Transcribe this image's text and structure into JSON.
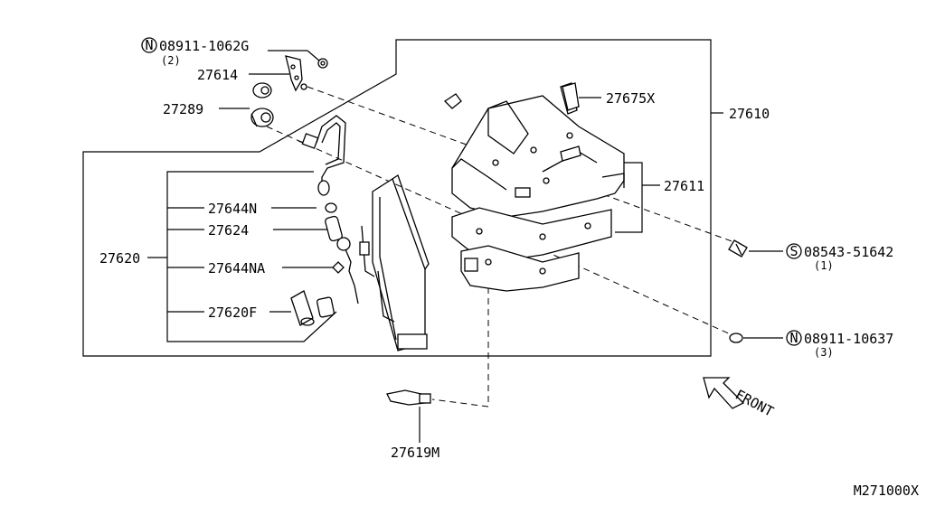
{
  "callouts": {
    "bolt_top": {
      "prefix": "N",
      "number": "08911-1062G",
      "qty": "(2)"
    },
    "p27614": "27614",
    "p27289": "27289",
    "p27675x": "27675X",
    "p27610": "27610",
    "p27611": "27611",
    "p27644n": "27644N",
    "p27624": "27624",
    "p27620": "27620",
    "p27644na": "27644NA",
    "p27620f": "27620F",
    "screw_right": {
      "prefix": "S",
      "number": "08543-51642",
      "qty": "(1)"
    },
    "nut_right": {
      "prefix": "N",
      "number": "08911-10637",
      "qty": "(3)"
    },
    "p27619m": "27619M"
  },
  "front_label": "FRONT",
  "diagram_code": "M271000X"
}
